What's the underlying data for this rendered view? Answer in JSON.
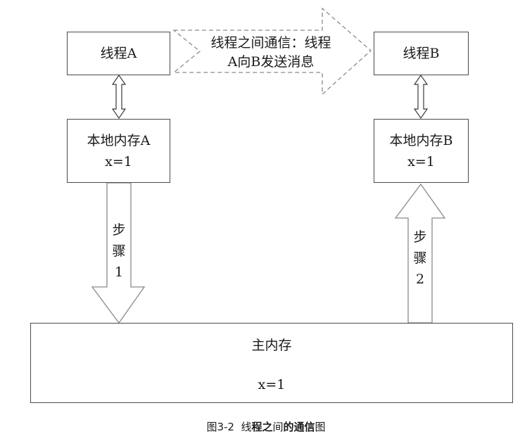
{
  "thread_a": {
    "title": "线程A",
    "memory_title": "本地内存A",
    "memory_value": "x=1"
  },
  "thread_b": {
    "title": "线程B",
    "memory_title": "本地内存B",
    "memory_value": "x=1"
  },
  "communication_arrow": {
    "line1": "线程之间通信：线程",
    "line2": "A向B发送消息"
  },
  "step1": {
    "chars": [
      "步",
      "骤",
      "1"
    ]
  },
  "step2": {
    "chars": [
      "步",
      "骤",
      "2"
    ]
  },
  "main_memory": {
    "title": "主内存",
    "value": "x=1"
  },
  "caption": {
    "prefix": "图3-2",
    "part1": "线",
    "part2": "程之",
    "part3": "间",
    "part4": "的通信",
    "part5": "图"
  }
}
